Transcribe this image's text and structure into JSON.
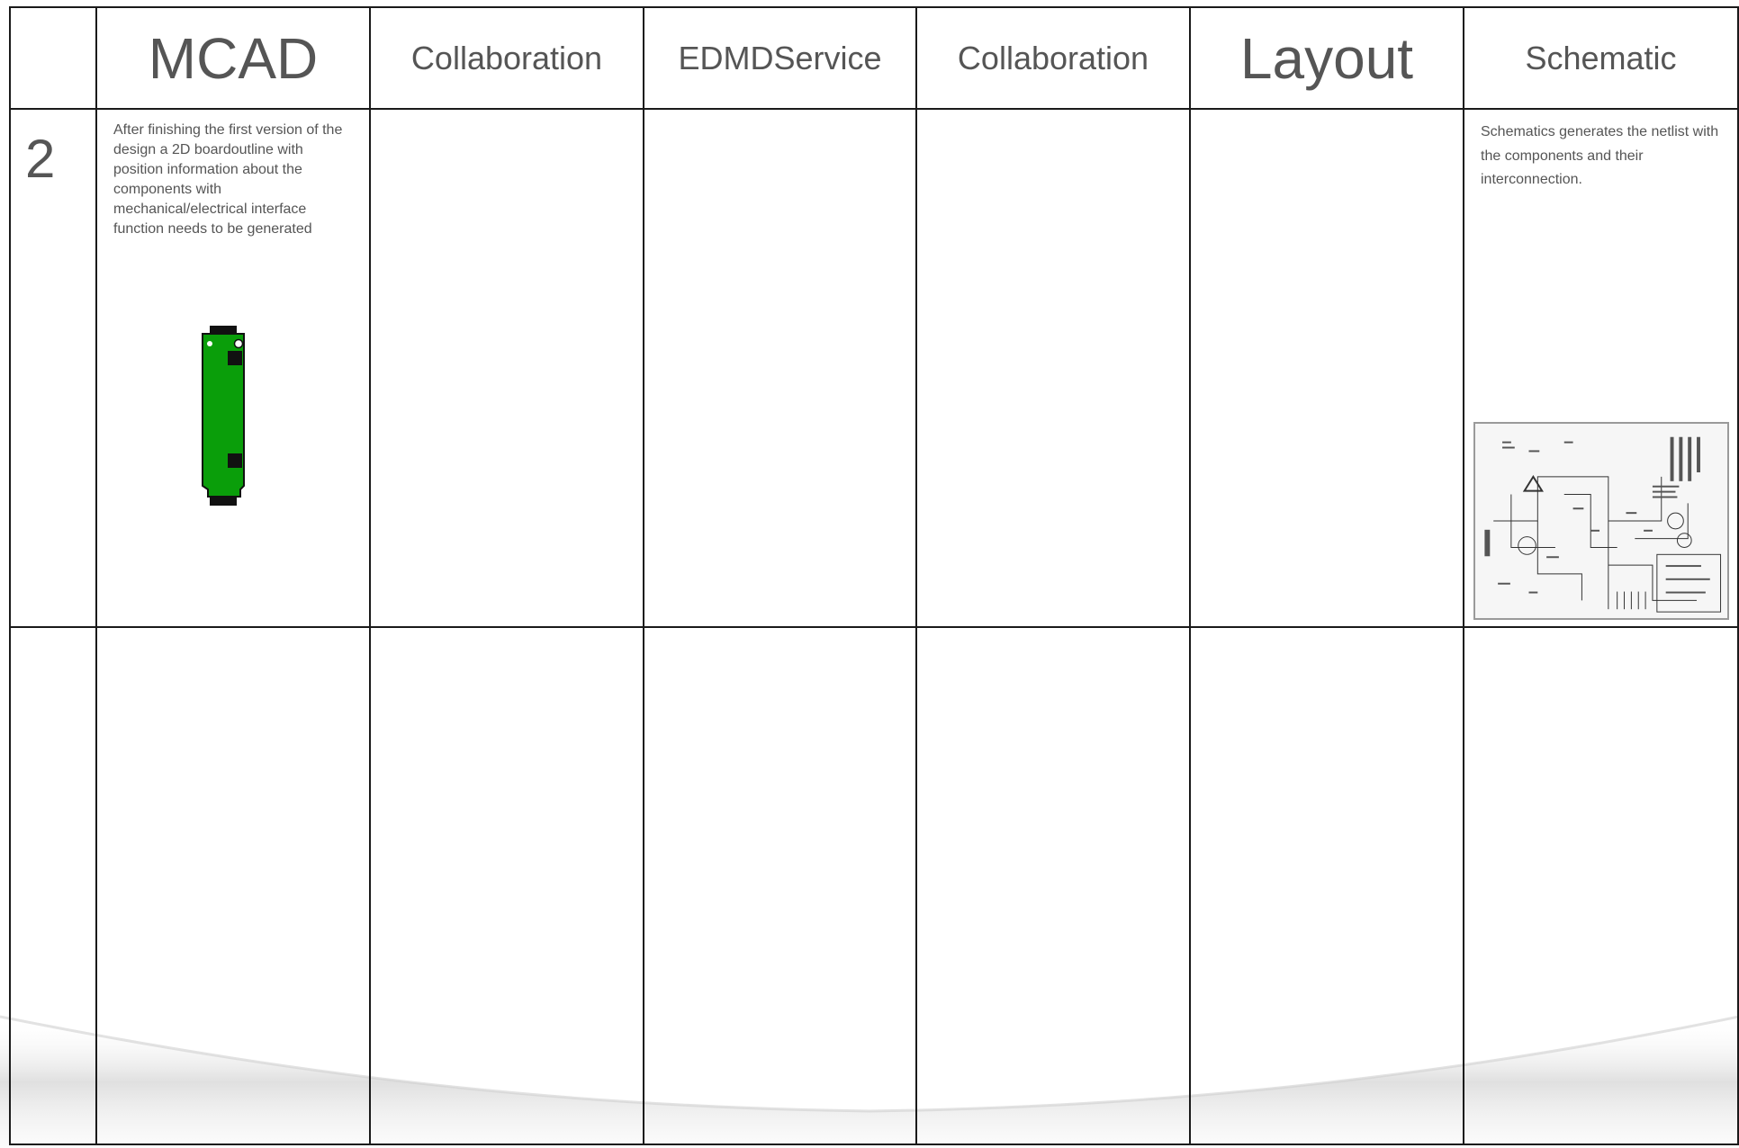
{
  "headers": {
    "c1": "MCAD",
    "c2": "Collaboration",
    "c3": "EDMDService",
    "c4": "Collaboration",
    "c5": "Layout",
    "c6": "Schematic"
  },
  "step": {
    "number": "2",
    "mcad_text": "After finishing the first version of the design a 2D boardoutline with position information about the components with mechanical/electrical interface function needs to be generated",
    "schematic_text": "Schematics generates the netlist with the components and their interconnection."
  },
  "colors": {
    "board_green": "#0a9e0a",
    "text_gray": "#555555",
    "border": "#1a1a1a"
  }
}
